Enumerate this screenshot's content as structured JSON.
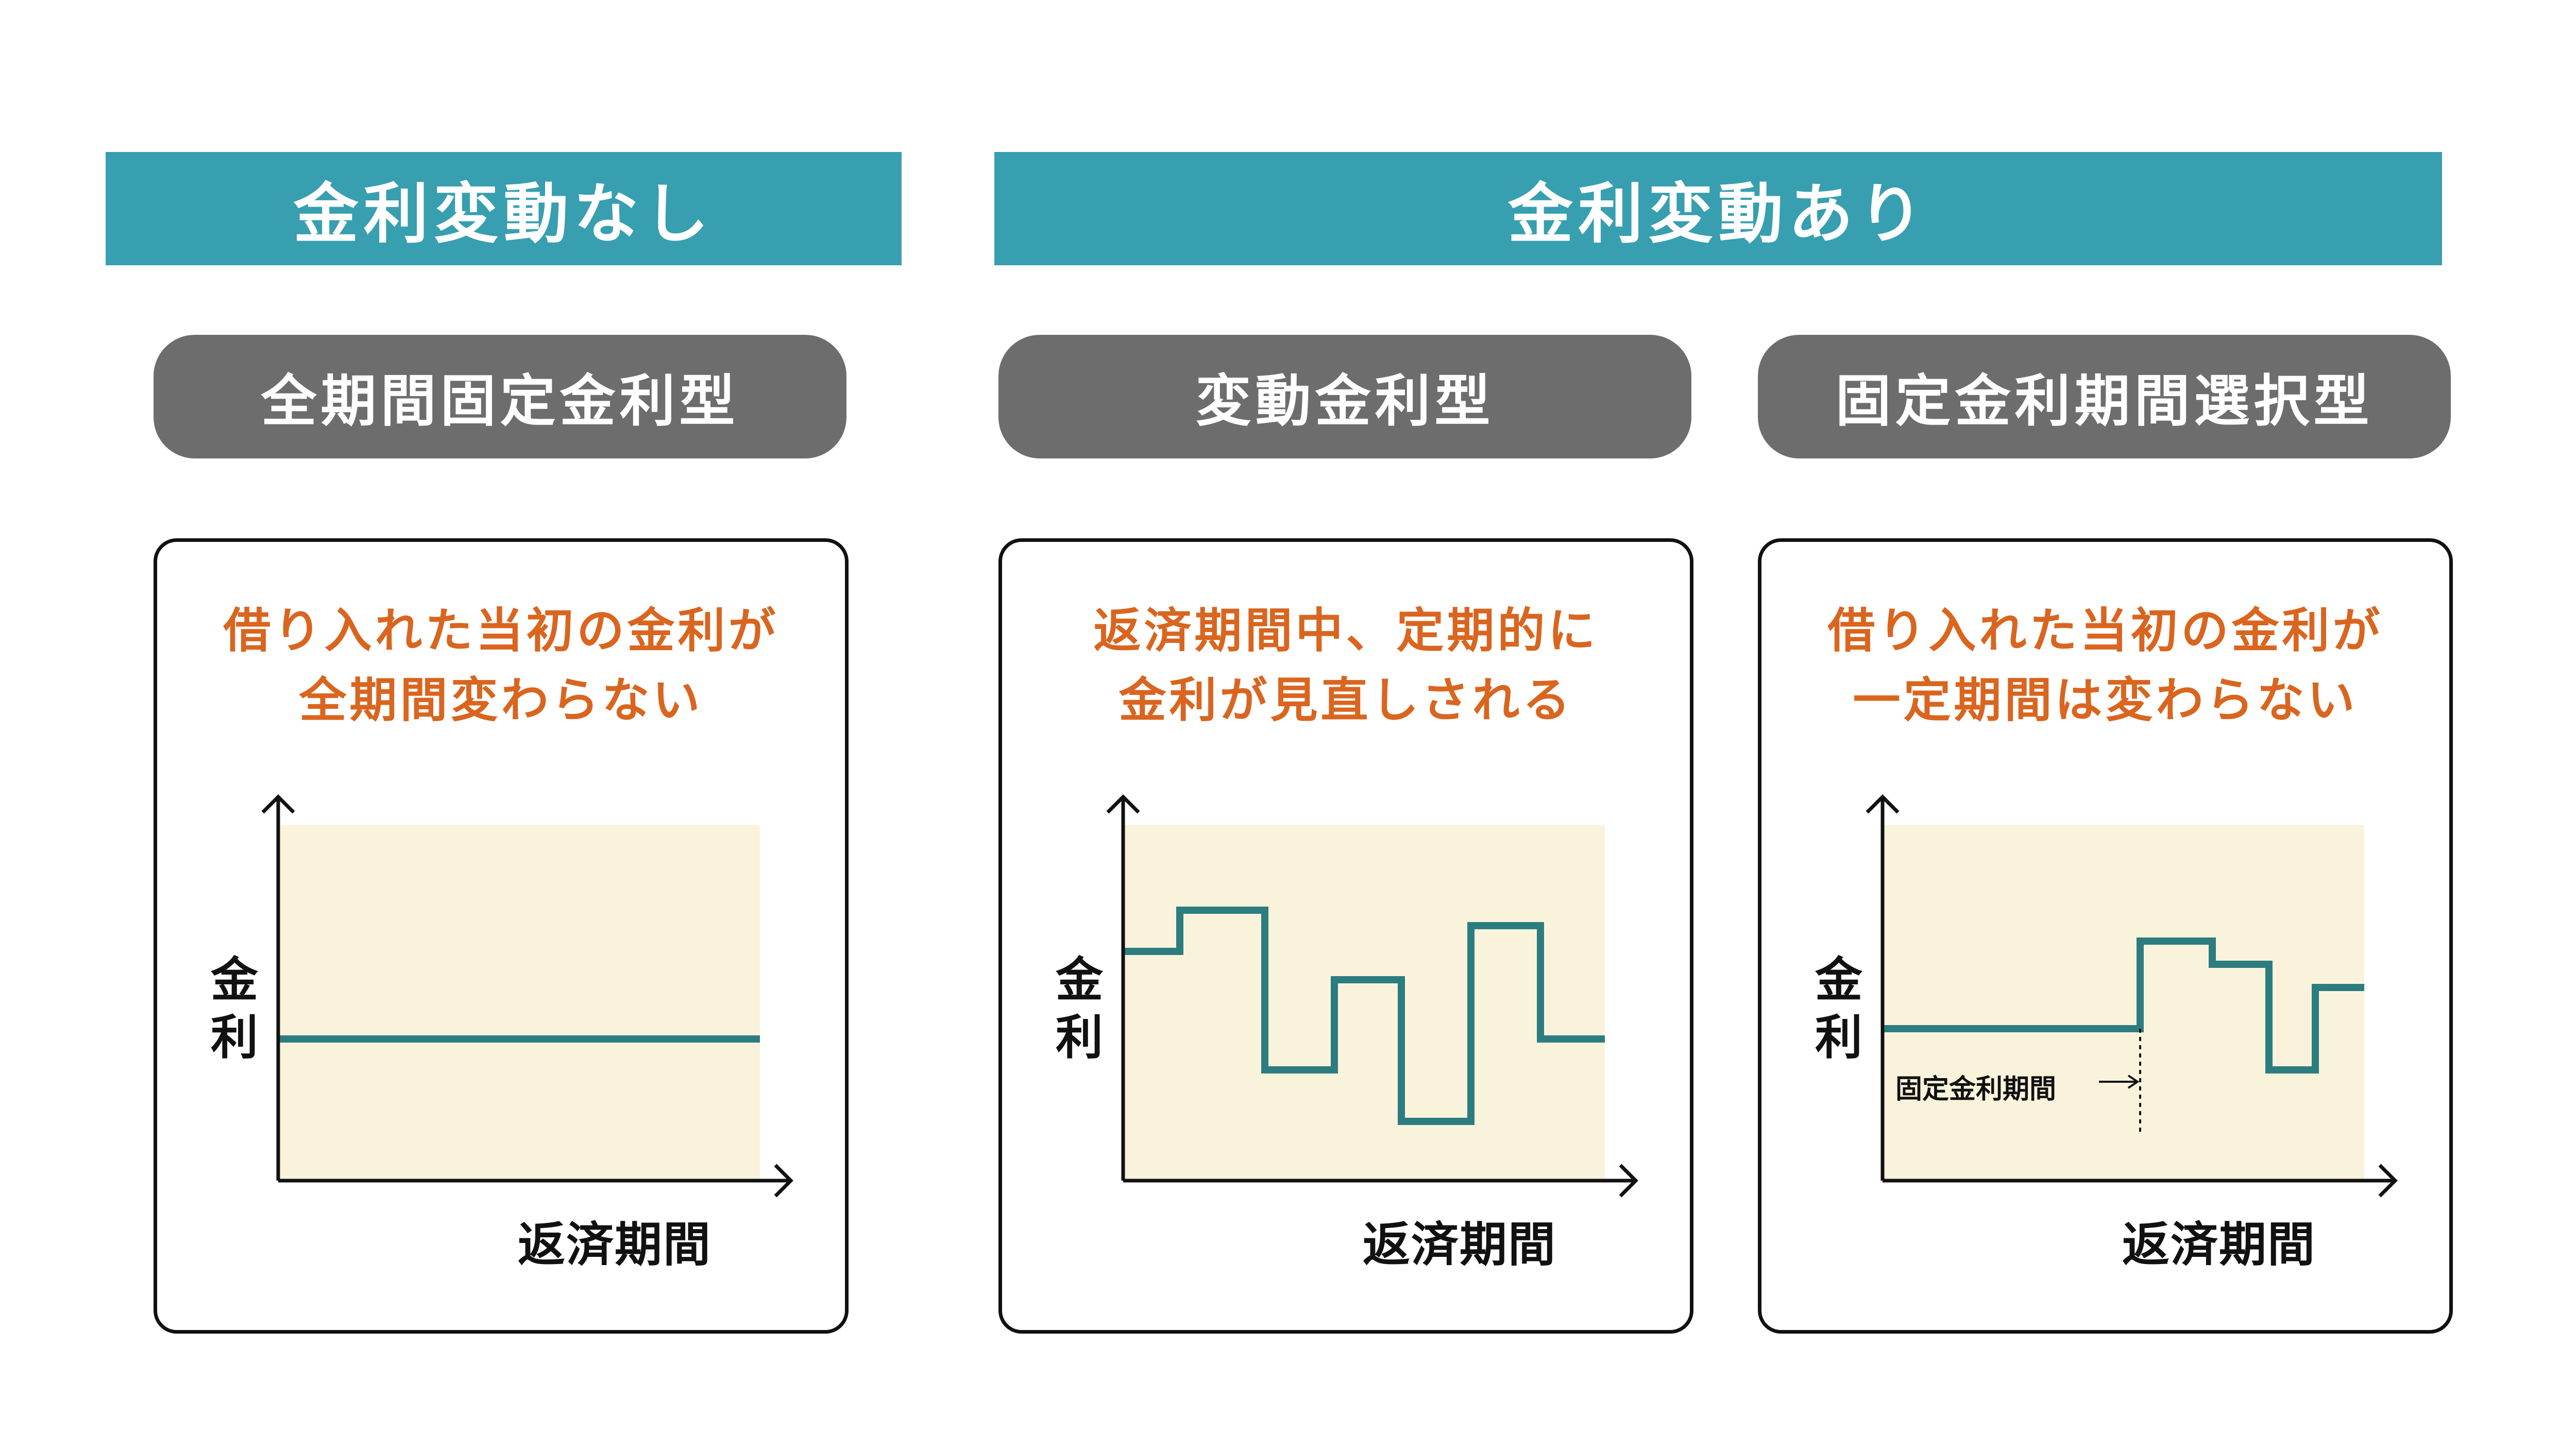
{
  "headers": {
    "no_change": "金利変動なし",
    "change": "金利変動あり"
  },
  "types": {
    "fixed_full": "全期間固定金利型",
    "variable": "変動金利型",
    "fixed_select": "固定金利期間選択型"
  },
  "cards": [
    {
      "desc_line1": "借り入れた当初の金利が",
      "desc_line2": "全期間変わらない",
      "ylabel": "金利",
      "xlabel": "返済期間"
    },
    {
      "desc_line1": "返済期間中、定期的に",
      "desc_line2": "金利が見直しされる",
      "ylabel": "金利",
      "xlabel": "返済期間"
    },
    {
      "desc_line1": "借り入れた当初の金利が",
      "desc_line2": "一定期間は変わらない",
      "ylabel": "金利",
      "xlabel": "返済期間",
      "period_label": "固定金利期間"
    }
  ],
  "colors": {
    "teal": "#379faf",
    "gray": "#6d6d6d",
    "orange": "#d9651f",
    "plot_bg": "#faf3dc",
    "line": "#2b7d80"
  }
}
